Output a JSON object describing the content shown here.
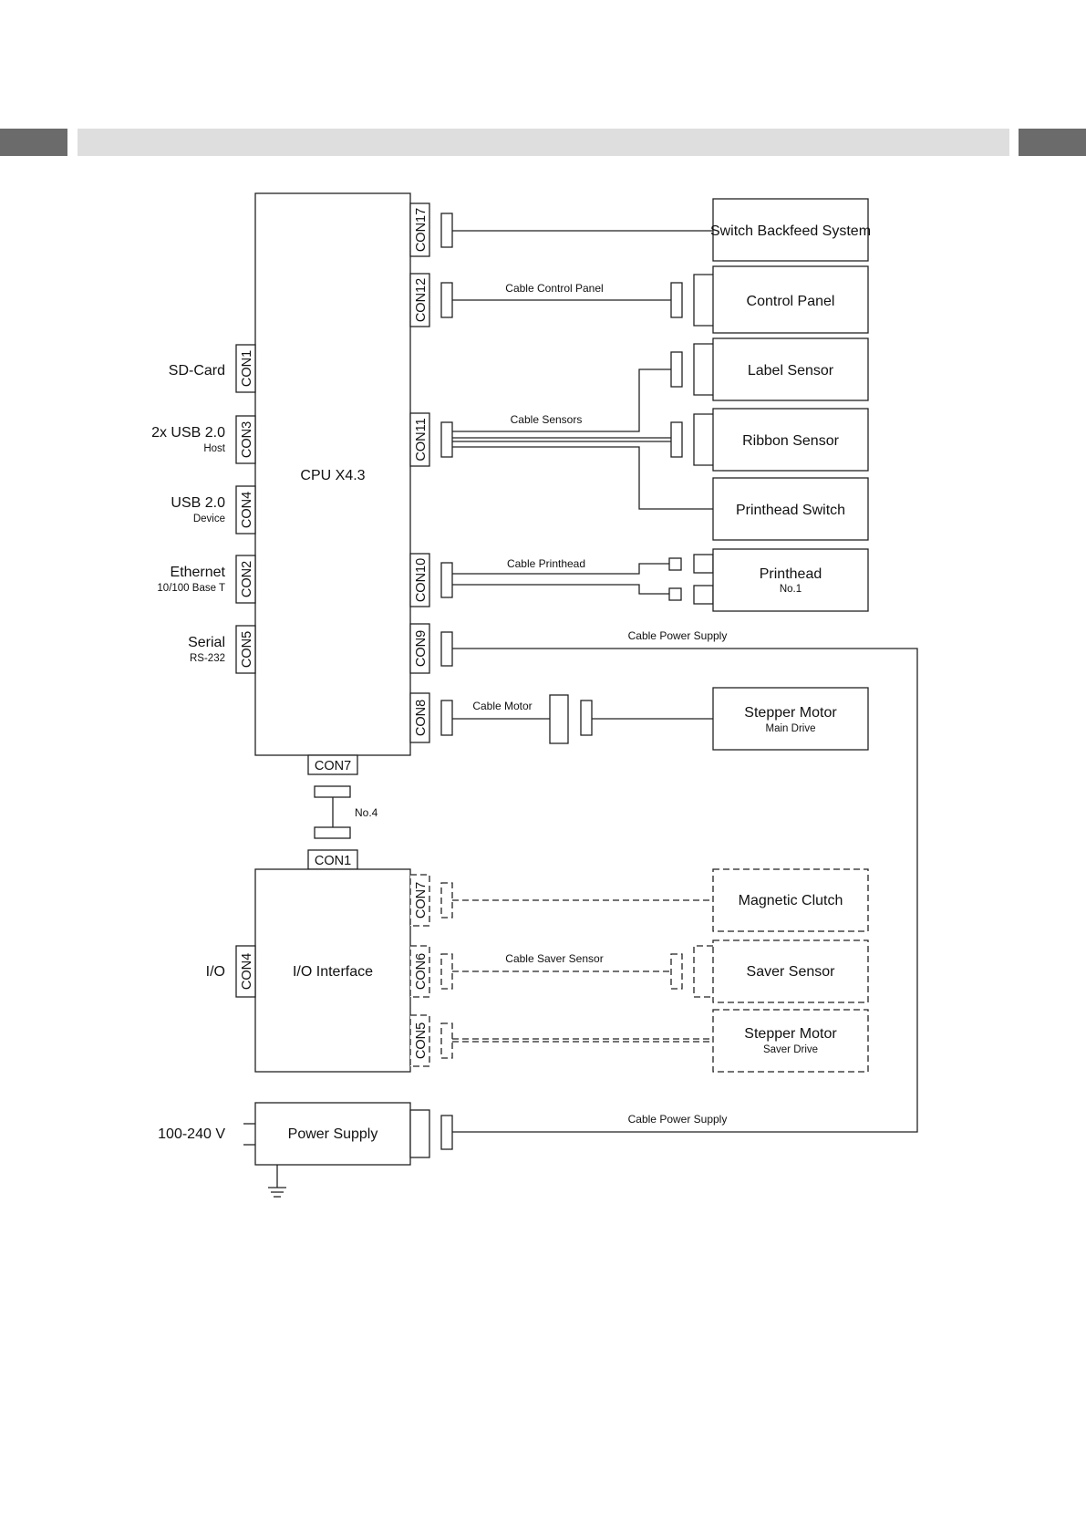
{
  "header": {
    "bar_color": "#dedede",
    "tab_color": "#6b6b6b"
  },
  "diagram": {
    "cpu": {
      "label": "CPU X4.3",
      "left_connectors": [
        "CON1",
        "CON3",
        "CON4",
        "CON2",
        "CON5"
      ],
      "right_connectors": [
        "CON17",
        "CON12",
        "CON11",
        "CON10",
        "CON9",
        "CON8"
      ],
      "bottom_connector": "CON7"
    },
    "interfaces": [
      {
        "label": "SD-Card",
        "sub": ""
      },
      {
        "label": "2x USB 2.0",
        "sub": "Host"
      },
      {
        "label": "USB 2.0",
        "sub": "Device"
      },
      {
        "label": "Ethernet",
        "sub": "10/100 Base T"
      },
      {
        "label": "Serial",
        "sub": "RS-232"
      }
    ],
    "cables": {
      "control_panel": "Cable Control Panel",
      "sensors": "Cable Sensors",
      "printhead": "Cable Printhead",
      "power_supply_top": "Cable Power Supply",
      "motor": "Cable Motor",
      "saver_sensor": "Cable Saver Sensor",
      "power_supply_bottom": "Cable Power Supply",
      "link_no4": "No.4"
    },
    "components": {
      "switch_backfeed": "Switch Backfeed System",
      "control_panel": "Control Panel",
      "label_sensor": "Label Sensor",
      "ribbon_sensor": "Ribbon Sensor",
      "printhead_switch": "Printhead Switch",
      "printhead": "Printhead",
      "printhead_sub": "No.1",
      "stepper_main": "Stepper Motor",
      "stepper_main_sub": "Main Drive",
      "magnetic_clutch": "Magnetic Clutch",
      "saver_sensor": "Saver Sensor",
      "stepper_saver": "Stepper Motor",
      "stepper_saver_sub": "Saver Drive"
    },
    "io": {
      "label": "I/O Interface",
      "top_connector": "CON1",
      "left_connector": "CON4",
      "right_connectors": [
        "CON7",
        "CON6",
        "CON5"
      ],
      "external_label": "I/O"
    },
    "power": {
      "label": "Power Supply",
      "input_label": "100-240 V"
    }
  }
}
